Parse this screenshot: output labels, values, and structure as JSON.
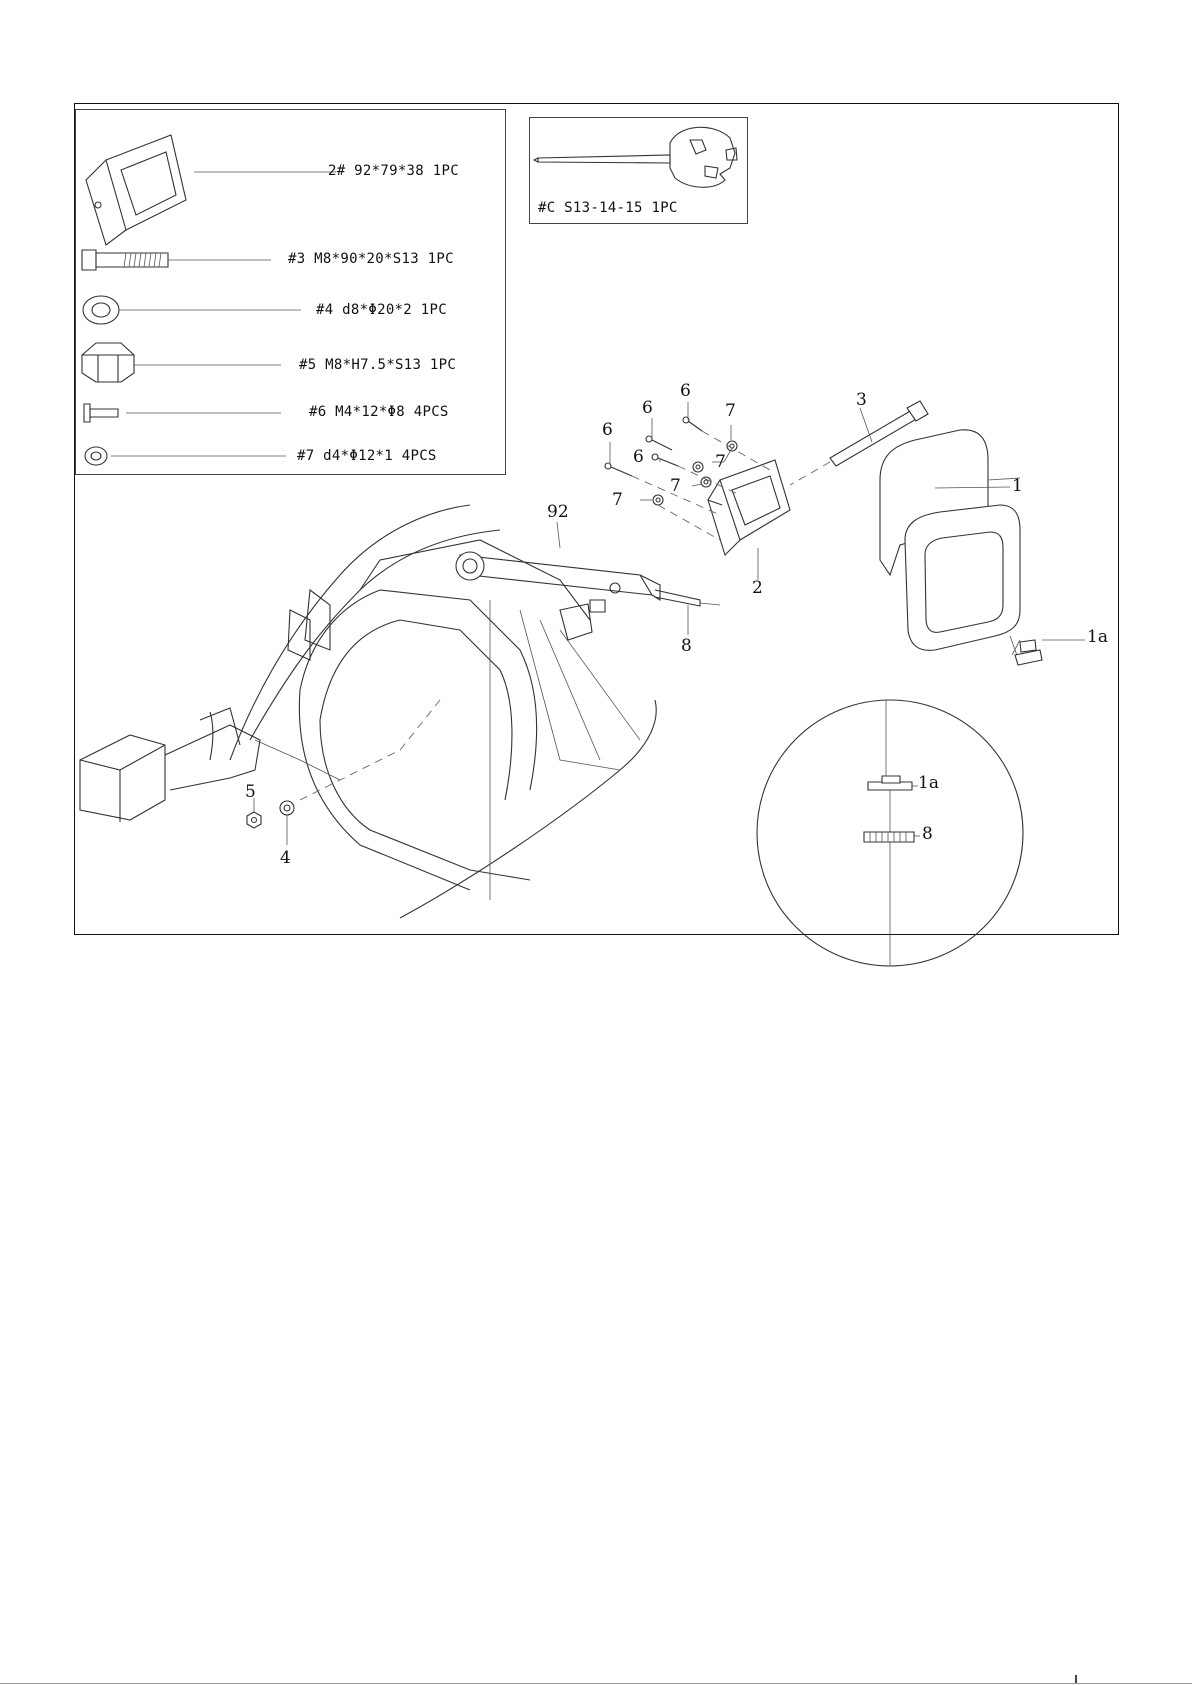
{
  "parts_list": [
    {
      "id": "p2",
      "text": "2# 92*79*38 1PC"
    },
    {
      "id": "p3",
      "text": "#3 M8*90*20*S13 1PC"
    },
    {
      "id": "p4",
      "text": "#4 d8*Φ20*2 1PC"
    },
    {
      "id": "p5",
      "text": "#5 M8*H7.5*S13 1PC"
    },
    {
      "id": "p6",
      "text": "#6 M4*12*Φ8 4PCS"
    },
    {
      "id": "p7",
      "text": "#7 d4*Φ12*1 4PCS"
    }
  ],
  "tool": {
    "text": "#C S13-14-15 1PC"
  },
  "callouts": {
    "c6a": "6",
    "c6b": "6",
    "c6c": "6",
    "c6d": "6",
    "c7a": "7",
    "c7b": "7",
    "c7c": "7",
    "c7d": "7",
    "c3": "3",
    "c1": "1",
    "c1a": "1a",
    "c92": "92",
    "c2": "2",
    "c8": "8",
    "c5": "5",
    "c4": "4",
    "detail_1a": "1a",
    "detail_8": "8"
  }
}
